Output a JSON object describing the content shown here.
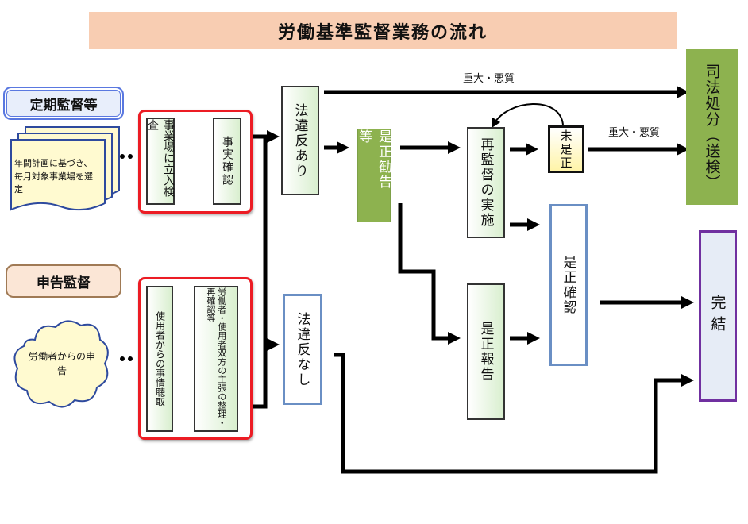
{
  "title": "労働基準監督業務の流れ",
  "nodes": {
    "teiki": "定期監督等",
    "nenkan": "年間計画に基づき、毎月対象事業場を選定",
    "shinkoku": "申告監督",
    "roudousha_shinkoku": "労働者からの申告",
    "tachiiri": "事業場に立入検査",
    "jijitsu": "事実確認",
    "shiyousha": "使用者からの事情聴取",
    "seiri": "労働者・使用者双方の主張の整理・再確認等",
    "ihan_ari": "法違反あり",
    "ihan_nashi": "法違反なし",
    "zesei_kankoku": "是正勧告 等",
    "saikantoku": "再監督の実施",
    "zesei_houkoku": "是正報告",
    "mizesei": "未是正",
    "zesei_kakunin": "是正確認",
    "shihou": "司法処分（送検）",
    "kanketsu": "完結"
  },
  "labels": {
    "juudai_top": "重大・悪質",
    "juudai_mid": "重大・悪質"
  },
  "colors": {
    "title_bg": "#f8cdb2",
    "red_frame": "#ec1c24",
    "blue_border": "#6a8fc4",
    "green_box": "#8db24f",
    "purple_border": "#7030a0",
    "mizesei_fill": "#fff6b0"
  }
}
